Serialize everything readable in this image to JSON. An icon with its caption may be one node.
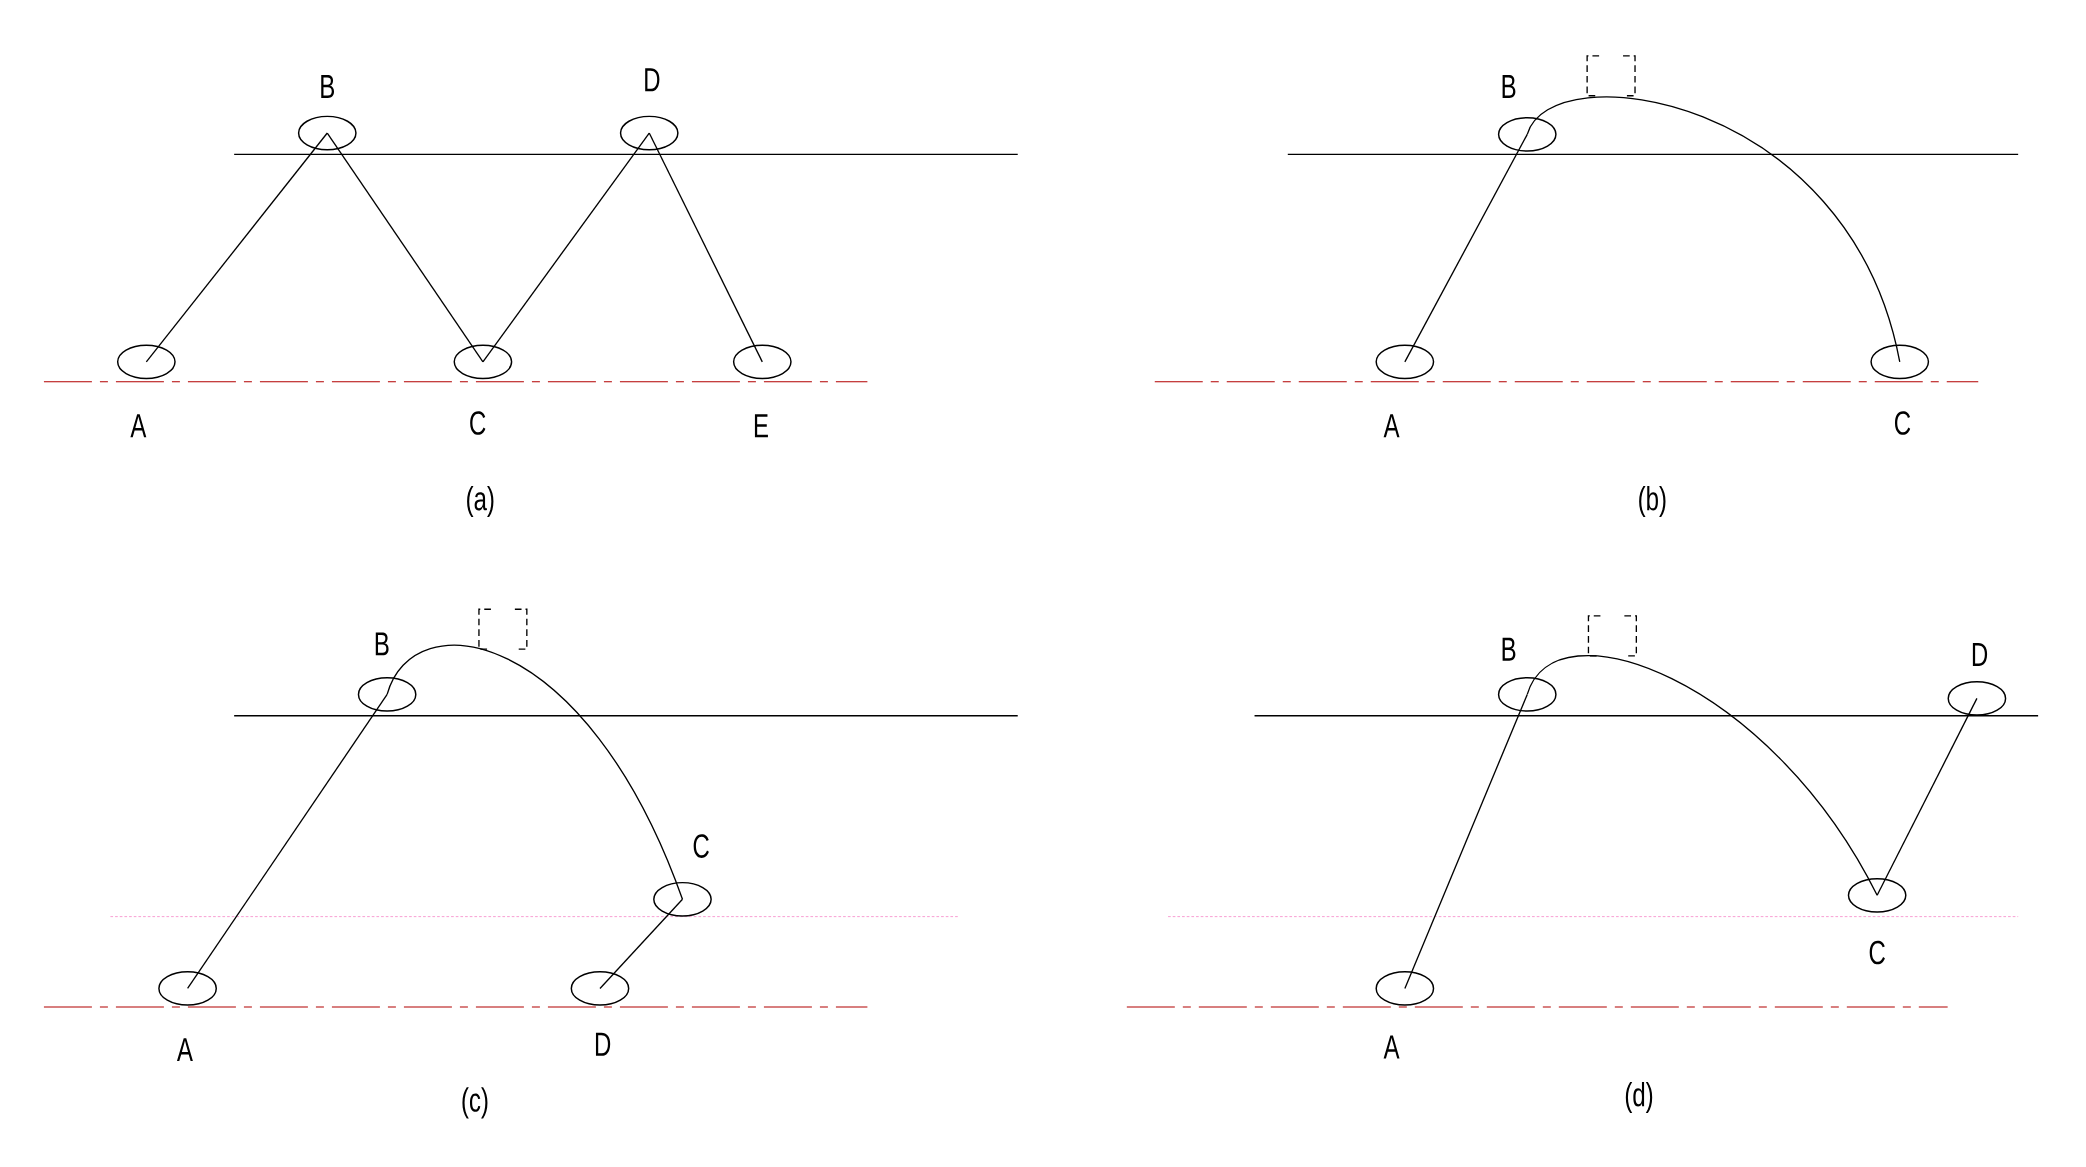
{
  "diagram": {
    "nodes": [
      {
        "text": [],
        "shape": "ellipse",
        "beside": [
          "A"
        ]
      },
      {
        "text": [],
        "shape": "ellipse",
        "beside": [
          "B"
        ]
      },
      {
        "text": [],
        "shape": "ellipse",
        "beside": [
          "C"
        ]
      },
      {
        "text": [],
        "shape": "ellipse",
        "beside": [
          "D"
        ]
      },
      {
        "text": [],
        "shape": "ellipse",
        "beside": [
          "E"
        ]
      },
      {
        "text": [],
        "shape": "ellipse",
        "beside": [
          "A"
        ]
      },
      {
        "text": [],
        "shape": "ellipse",
        "beside": [
          "B"
        ]
      },
      {
        "text": [],
        "shape": "ellipse",
        "beside": [
          "C"
        ]
      },
      {
        "text": [],
        "shape": "ellipse",
        "beside": [
          "A"
        ]
      },
      {
        "text": [],
        "shape": "ellipse",
        "beside": [
          "B"
        ]
      },
      {
        "text": [],
        "shape": "ellipse",
        "beside": [
          "C"
        ]
      },
      {
        "text": [],
        "shape": "ellipse",
        "beside": [
          "D"
        ]
      },
      {
        "text": [],
        "shape": "ellipse",
        "beside": [
          "A"
        ]
      },
      {
        "text": [],
        "shape": "ellipse",
        "beside": [
          "B"
        ]
      },
      {
        "text": [],
        "shape": "ellipse",
        "beside": [
          "C"
        ]
      },
      {
        "text": [],
        "shape": "ellipse",
        "beside": [
          "D"
        ]
      }
    ],
    "edges": [
      {
        "from": 0,
        "to": 1,
        "arrow": "none"
      },
      {
        "from": 1,
        "to": 2,
        "arrow": "none"
      },
      {
        "from": 2,
        "to": 3,
        "arrow": "none"
      },
      {
        "from": 3,
        "to": 4,
        "arrow": "none"
      },
      {
        "from": 5,
        "to": 6,
        "arrow": "none"
      },
      {
        "from": 6,
        "to": 7,
        "arrow": "none"
      },
      {
        "from": 8,
        "to": 9,
        "arrow": "none"
      },
      {
        "from": 9,
        "to": 10,
        "arrow": "none"
      },
      {
        "from": 10,
        "to": 11,
        "arrow": "none"
      },
      {
        "from": 12,
        "to": 13,
        "arrow": "none"
      },
      {
        "from": 13,
        "to": 14,
        "arrow": "none"
      },
      {
        "from": 14,
        "to": 15,
        "arrow": "none"
      }
    ],
    "labels": [
      "(a)",
      "(b)",
      "(c)",
      "(d)"
    ]
  }
}
